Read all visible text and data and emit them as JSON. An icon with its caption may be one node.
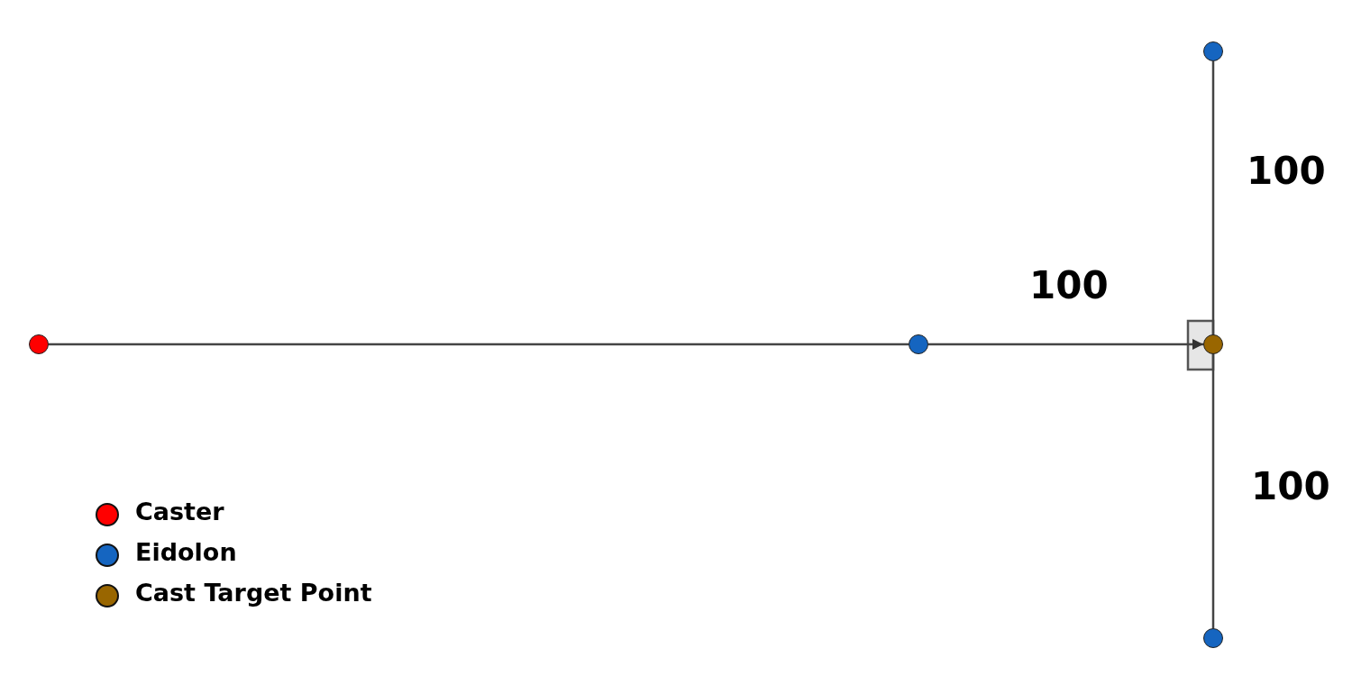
{
  "diagram": {
    "nodes": [
      {
        "text": [],
        "shape": "circle"
      },
      {
        "text": [],
        "shape": "circle"
      },
      {
        "text": [],
        "shape": "circle"
      },
      {
        "text": [],
        "shape": "circle"
      },
      {
        "text": [],
        "shape": "circle"
      }
    ],
    "edges": [
      {
        "from": 1,
        "to": 2,
        "arrow": "none"
      },
      {
        "from": 2,
        "to": 3,
        "arrow": "to"
      },
      {
        "from": 3,
        "to": 0,
        "arrow": "none"
      },
      {
        "from": 3,
        "to": 4,
        "arrow": "none"
      }
    ],
    "labels": [
      "100",
      "100",
      "100"
    ],
    "legend": [
      {
        "text": "Caster",
        "color": "#ff0000"
      },
      {
        "text": "Eidolon",
        "color": "#1565c0"
      },
      {
        "text": "Cast Target Point",
        "color": "#996600"
      }
    ]
  }
}
